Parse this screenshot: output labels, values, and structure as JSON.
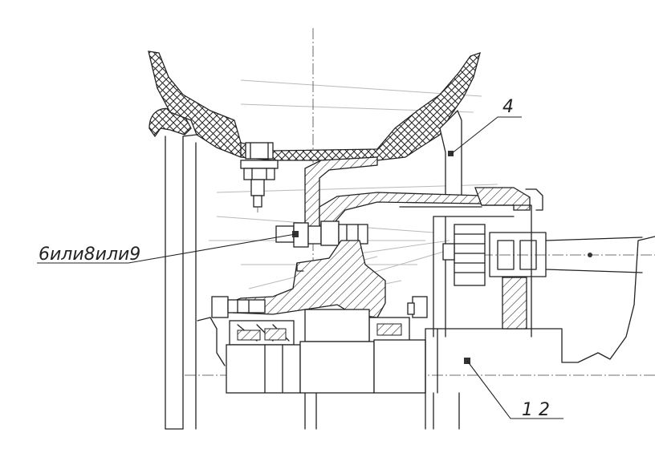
{
  "callouts": {
    "part_4": "4",
    "parts_6_8_9": "6или8или9",
    "parts_1_2": "1 2"
  },
  "colors": {
    "line": "#222222",
    "background": "#ffffff"
  }
}
